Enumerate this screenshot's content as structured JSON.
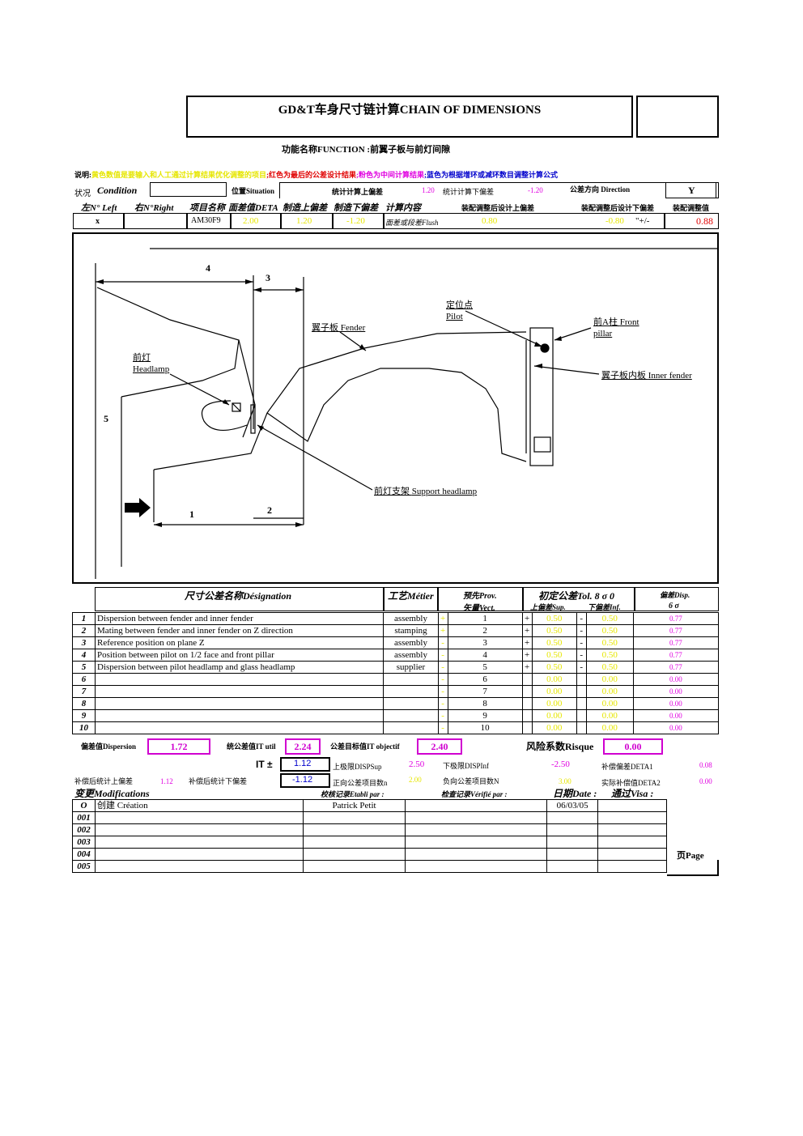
{
  "header": {
    "title": "GD&T车身尺寸链计算CHAIN OF DIMENSIONS",
    "function_label": "功能名称FUNCTION :",
    "function_value": "前翼子板与前灯间隙"
  },
  "legend": {
    "prefix": "说明:",
    "yellow": "黄色数值是要输入和人工通过计算结果优化调整的项目",
    "red": ";红色为最后的公差设计结果",
    "magenta": ";粉色为中间计算结果",
    "blue": ";蓝色为根据增环或减环数目调整计算公式"
  },
  "condition_row": {
    "status_cn": "状况",
    "condition": "Condition",
    "situation_label": "位置Situation",
    "stat_upper_label": "统计计算上偏差",
    "stat_upper_value": "1.20",
    "stat_lower_label": "统计计算下偏差",
    "stat_lower_value": "-1.20",
    "direction_label": "公差方向 Direction",
    "direction_value": "Y"
  },
  "header_row": {
    "left": "左N° Left",
    "right": "右N°Right",
    "item": "项目名称",
    "deta": "面差值DETA",
    "upper": "制造上偏差",
    "lower": "制造下偏差",
    "content": "计算内容",
    "adj_upper": "装配调整后设计上偏差",
    "adj_lower": "装配调整后设计下偏差",
    "adj_value": "装配调整值"
  },
  "value_row": {
    "left": "x",
    "item": "AM30F9",
    "deta": "2.00",
    "upper": "1.20",
    "lower": "-1.20",
    "content": "面差或段差Flush",
    "adj_upper": "0.80",
    "adj_lower": "-0.80",
    "sign": "\"+/-",
    "adj_value": "0.88"
  },
  "diagram": {
    "dims": [
      "1",
      "2",
      "3",
      "4",
      "5"
    ],
    "pilot_cn": "定位点",
    "pilot_en": "Pilot",
    "fender_cn": "翼子板",
    "fender_en": "Fender",
    "pillar_cn": "前A柱",
    "pillar_en1": "Front",
    "pillar_en2": "pillar",
    "headlamp_cn": "前灯",
    "headlamp_en": "Headlamp",
    "inner_cn": "翼子板内板",
    "inner_en": "Inner fender",
    "support_cn": "前灯支架",
    "support_en": "Support headlamp"
  },
  "table": {
    "headers": {
      "designation": "尺寸公差名称Désignation",
      "metier": "工艺Métier",
      "prov1": "预先Prov.",
      "prov2": "矢量Vect.",
      "tol": "初定公差Tol. 8 σ 0",
      "sup": "上偏差Sup.",
      "inf": "下偏差Inf.",
      "disp1": "偏差Disp.",
      "disp2": "6 σ"
    },
    "rows": [
      {
        "n": "1",
        "des": "Dispersion between fender and inner fender",
        "metier": "assembly",
        "sgn": "+",
        "vect": "1",
        "p": "+",
        "sup": "0.50",
        "m": "-",
        "inf": "0.50",
        "disp": "0.77"
      },
      {
        "n": "2",
        "des": "Mating between fender and inner fender on Z direction",
        "metier": "stamping",
        "sgn": "+",
        "vect": "2",
        "p": "+",
        "sup": "0.50",
        "m": "-",
        "inf": "0.50",
        "disp": "0.77"
      },
      {
        "n": "3",
        "des": "Reference position on plane Z",
        "metier": "assembly",
        "sgn": "-",
        "vect": "3",
        "p": "+",
        "sup": "0.50",
        "m": "-",
        "inf": "0.50",
        "disp": "0.77"
      },
      {
        "n": "4",
        "des": "Position between pilot on 1/2 face and front pillar",
        "metier": "assembly",
        "sgn": "-",
        "vect": "4",
        "p": "+",
        "sup": "0.50",
        "m": "-",
        "inf": "0.50",
        "disp": "0.77"
      },
      {
        "n": "5",
        "des": "Dispersion between pilot headlamp and glass headlamp",
        "metier": "supplier",
        "sgn": "-",
        "vect": "5",
        "p": "+",
        "sup": "0.50",
        "m": "-",
        "inf": "0.50",
        "disp": "0.77"
      },
      {
        "n": "6",
        "des": "",
        "metier": "",
        "sgn": "-",
        "vect": "6",
        "p": "",
        "sup": "0.00",
        "m": "",
        "inf": "0.00",
        "disp": "0.00"
      },
      {
        "n": "7",
        "des": "",
        "metier": "",
        "sgn": "-",
        "vect": "7",
        "p": "",
        "sup": "0.00",
        "m": "",
        "inf": "0.00",
        "disp": "0.00"
      },
      {
        "n": "8",
        "des": "",
        "metier": "",
        "sgn": "-",
        "vect": "8",
        "p": "",
        "sup": "0.00",
        "m": "",
        "inf": "0.00",
        "disp": "0.00"
      },
      {
        "n": "9",
        "des": "",
        "metier": "",
        "sgn": "-",
        "vect": "9",
        "p": "",
        "sup": "0.00",
        "m": "",
        "inf": "0.00",
        "disp": "0.00"
      },
      {
        "n": "10",
        "des": "",
        "metier": "",
        "sgn": "-",
        "vect": "10",
        "p": "",
        "sup": "0.00",
        "m": "",
        "inf": "0.00",
        "disp": "0.00"
      }
    ]
  },
  "summary": {
    "dispersion_label": "偏差值Dispersion",
    "dispersion_value": "1.72",
    "itutil_label": "统公差值IT util",
    "itutil_value": "2.24",
    "itobj_label": "公差目标值IT objectif",
    "itobj_value": "2.40",
    "risque_label": "风险系数Risque",
    "risque_value": "0.00",
    "it_label": "IT ±",
    "it_plus": "1.12",
    "it_minus": "-1.12",
    "dispsup_label": "上极限DISPSup",
    "dispsup_value": "2.50",
    "dispinf_label": "下极限DISPInf",
    "dispinf_value": "-2.50",
    "deta1_label": "补偿偏差DETA1",
    "deta1_value": "0.08",
    "comp_upper_label": "补偿后统计上偏差",
    "comp_upper_value": "1.12",
    "comp_lower_label": "补偿后统计下偏差",
    "pos_count_label": "正向公差项目数n",
    "pos_count_value": "2.00",
    "neg_count_label": "负向公差项目数N",
    "neg_count_value": "3.00",
    "deta2_label": "实际补偿值DETA2",
    "deta2_value": "0.00"
  },
  "modifications": {
    "title": "变更Modifications",
    "etabli": "校核记录Etabli par :",
    "verifie": "检查记录Vérifié par :",
    "date": "日期Date :",
    "visa": "通过Visa :",
    "rows": [
      {
        "n": "O",
        "text": "创建 Création",
        "by": "Patrick Petit",
        "date": "06/03/05"
      },
      {
        "n": "001",
        "text": "",
        "by": "",
        "date": ""
      },
      {
        "n": "002",
        "text": "",
        "by": "",
        "date": ""
      },
      {
        "n": "003",
        "text": "",
        "by": "",
        "date": ""
      },
      {
        "n": "004",
        "text": "",
        "by": "",
        "date": ""
      },
      {
        "n": "005",
        "text": "",
        "by": "",
        "date": ""
      }
    ],
    "page": "页Page"
  }
}
